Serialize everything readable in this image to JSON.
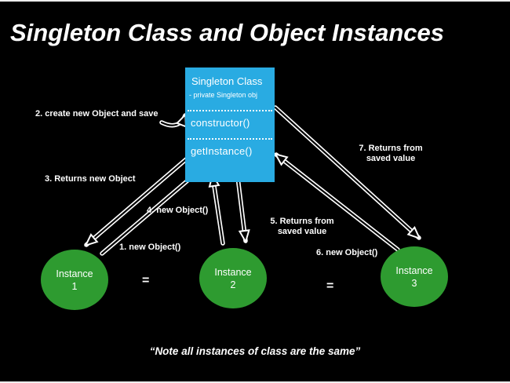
{
  "title": "Singleton Class and Object Instances",
  "class_box": {
    "title": "Singleton Class",
    "attribute": "- private Singleton obj",
    "constructor_label": "constructor()",
    "get_instance_label": "getInstance()"
  },
  "arrow_labels": {
    "step1": "1. new Object()",
    "step2": "2. create new Object and save",
    "step3": "3. Returns new Object",
    "step4": "4. new Object()",
    "step5": "5. Returns from saved value",
    "step6": "6. new Object()",
    "step7": "7. Returns from saved value"
  },
  "instances": [
    {
      "line1": "Instance",
      "line2": "1"
    },
    {
      "line1": "Instance",
      "line2": "2"
    },
    {
      "line1": "Instance",
      "line2": "3"
    }
  ],
  "equals_sign": "=",
  "footer_note": "“Note all instances of class are the same”",
  "colors": {
    "background": "#000000",
    "box_fill": "#29abe2",
    "instance_fill": "#2e9b30",
    "text": "#ffffff"
  }
}
